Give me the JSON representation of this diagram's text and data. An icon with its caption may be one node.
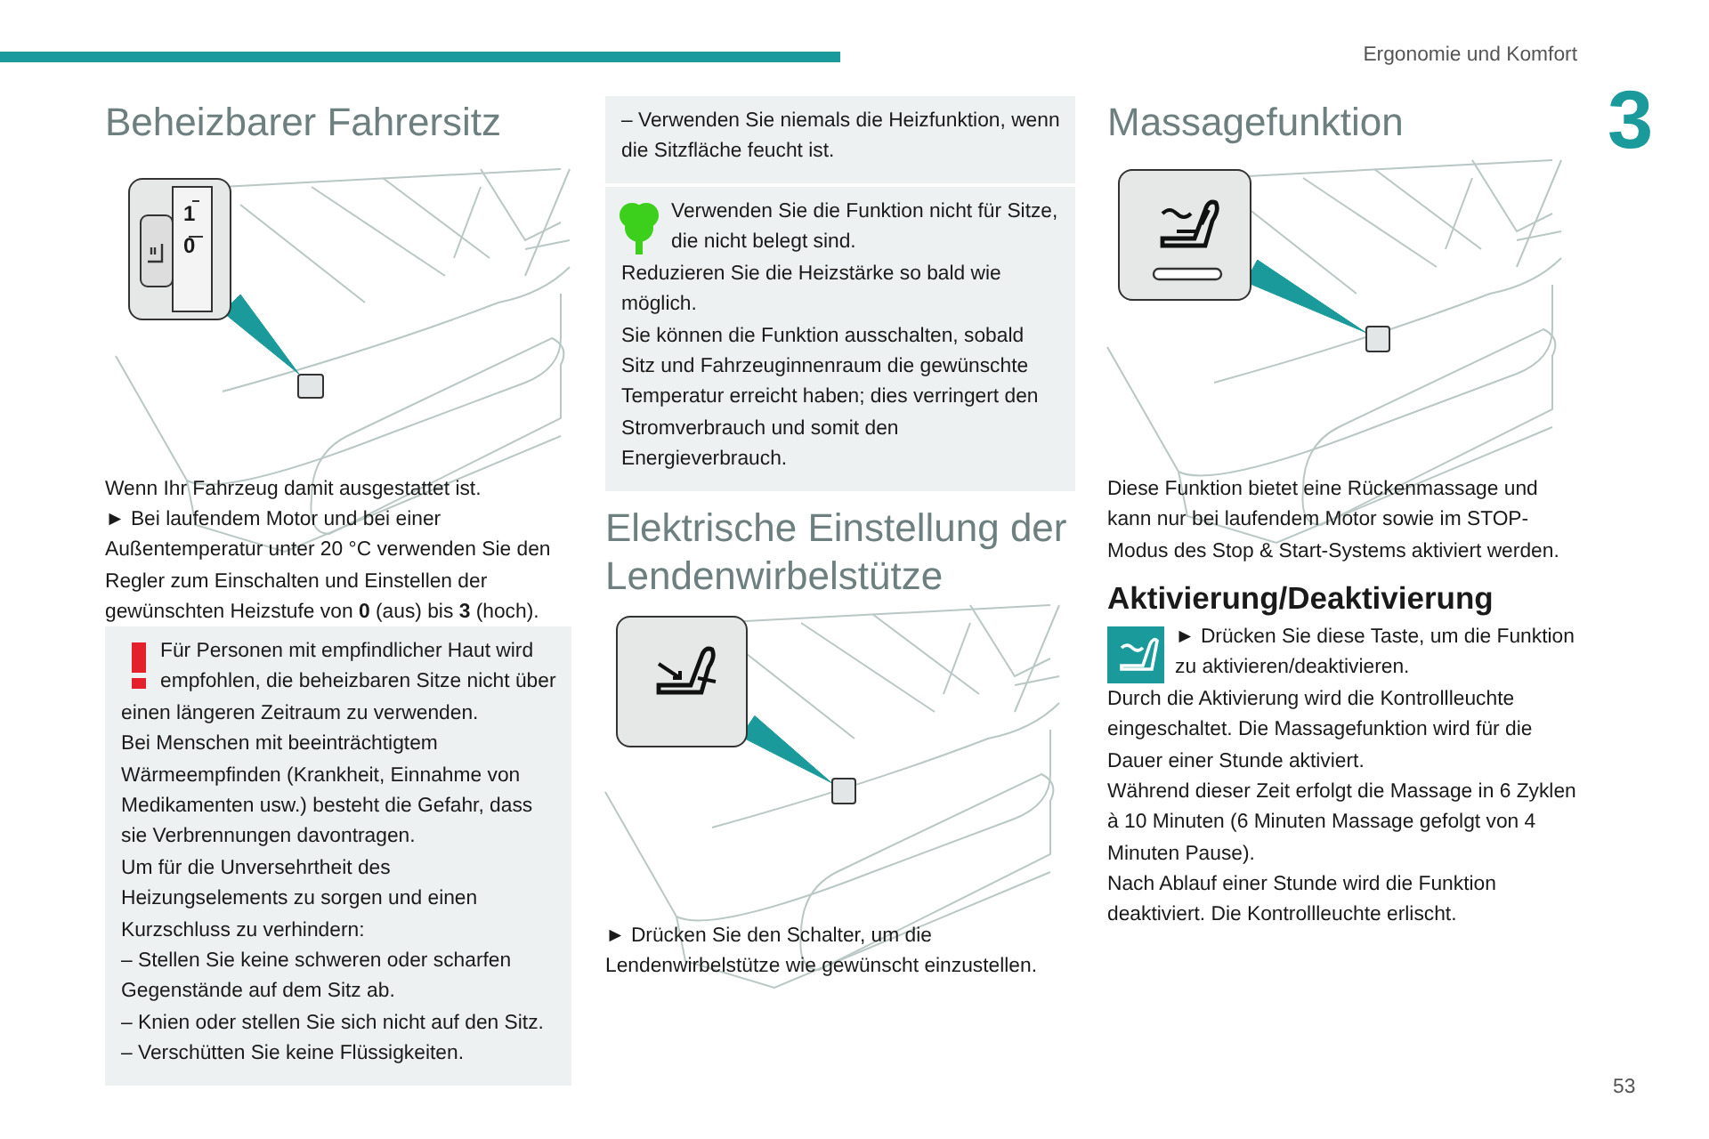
{
  "diagram": {
    "nodes": [
      {
        "text": [
          "1",
          "0"
        ]
      },
      {
        "text": [],
        "shape": "box"
      },
      {
        "text": [
          "Für Personen mit empfindlicher Haut wird empfohlen, die beheizbaren Sitze nicht über einen längeren Zeitraum zu verwenden.",
          "Bei Menschen mit beeinträchtigtem Wärmeempfinden (Krankheit, Einnahme von Medikamenten usw.) besteht die Gefahr, dass sie Verbrennungen davontragen.",
          "Um für die Unversehrtheit des Heizungselements zu sorgen und einen Kurzschluss zu verhindern:",
          "– Stellen Sie keine schweren oder scharfen Gegenstände auf dem Sitz ab.",
          "– Knien oder stellen Sie sich nicht auf den Sitz.",
          "– Verschütten Sie keine Flüssigkeiten."
        ]
      },
      {
        "text": [
          "– Verwenden Sie niemals die Heizfunktion, wenn die Sitzfläche feucht ist."
        ]
      },
      {
        "text": [
          "Verwenden Sie die Funktion nicht für Sitze, die nicht belegt sind.",
          "Reduzieren Sie die Heizstärke so bald wie möglich.",
          "Sie können die Funktion ausschalten, sobald Sitz und Fahrzeuginnenraum die gewünschte Temperatur erreicht haben; dies verringert den Stromverbrauch und somit den Energieverbrauch."
        ]
      },
      {
        "text": [],
        "shape": "picture"
      },
      {
        "text": [],
        "shape": "box"
      },
      {
        "text": [],
        "shape": "picture"
      },
      {
        "text": [],
        "shape": "box"
      }
    ],
    "edges": [
      {
        "from": 0,
        "to": 1,
        "arrow": "none"
      },
      {
        "from": 5,
        "to": 6,
        "arrow": "none"
      },
      {
        "from": 7,
        "to": 8,
        "arrow": "none"
      }
    ],
    "labels": [
      "Ergonomie und Komfort",
      "3",
      "Beheizbarer Fahrersitz",
      "Wenn Ihr Fahrzeug damit ausgestattet ist.",
      "► Bei laufendem Motor und bei einer Außentemperatur unter 20 °C verwenden Sie den Regler zum Einschalten und Einstellen der gewünschten Heizstufe von **0** (aus) bis **3** (hoch).",
      "Elektrische Einstellung der Lendenwirbelstütze",
      "► Drücken Sie den Schalter, um die Lendenwirbelstütze wie gewünscht einzustellen.",
      "Massagefunktion",
      "Diese Funktion bietet eine Rückenmassage und kann nur bei laufendem Motor sowie im STOP-Modus des Stop & Start-Systems aktiviert werden.",
      "Aktivierung/Deaktivierung",
      "► Drücken Sie diese Taste, um die Funktion zu aktivieren/deaktivieren.",
      "Durch die Aktivierung wird die Kontrollleuchte eingeschaltet. Die Massagefunktion wird für die Dauer einer Stunde aktiviert.",
      "Während dieser Zeit erfolgt die Massage in 6 Zyklen à 10 Minuten (6 Minuten Massage gefolgt von 4 Minuten Pause).",
      "Nach Ablauf einer Stunde wird die Funktion deaktiviert. Die Kontrollleuchte erlischt.",
      "53"
    ]
  }
}
